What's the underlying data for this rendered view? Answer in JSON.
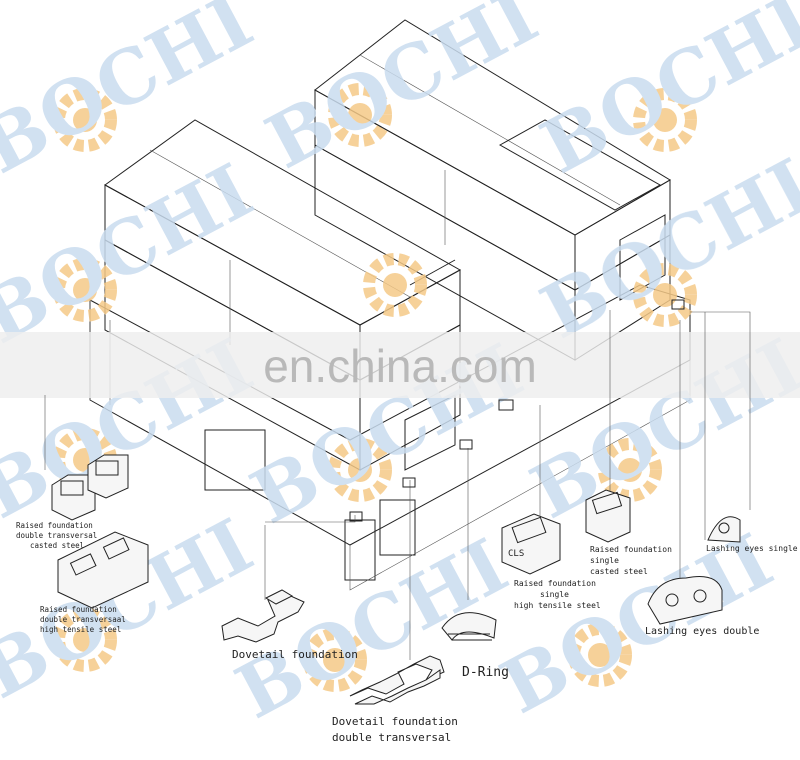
{
  "watermark": {
    "brand": "BOCHI",
    "site": "en.china.com",
    "brand_color": "#c9dcef",
    "gear_color": "#f5c987",
    "band_color": "#eeeeee"
  },
  "labels": {
    "raised_cast_double_1": "Raised foundation",
    "raised_cast_double_2": "double transversal",
    "raised_cast_double_3": "casted steel",
    "raised_hts_double_1": "Raised foundation",
    "raised_hts_double_2": "double transversaal",
    "raised_hts_double_3": "high tensile steel",
    "dovetail": "Dovetail foundation",
    "dovetail_double_1": "Dovetail foundation",
    "dovetail_double_2": "double transversal",
    "d_ring": "D-Ring",
    "raised_hts_single_1": "Raised foundation",
    "raised_hts_single_2": "single",
    "raised_hts_single_3": "high tensile steel",
    "raised_cast_single_1": "Raised foundation",
    "raised_cast_single_2": "single",
    "raised_cast_single_3": "casted steel",
    "lashing_single": "Lashing eyes single",
    "lashing_double": "Lashing eyes double"
  }
}
